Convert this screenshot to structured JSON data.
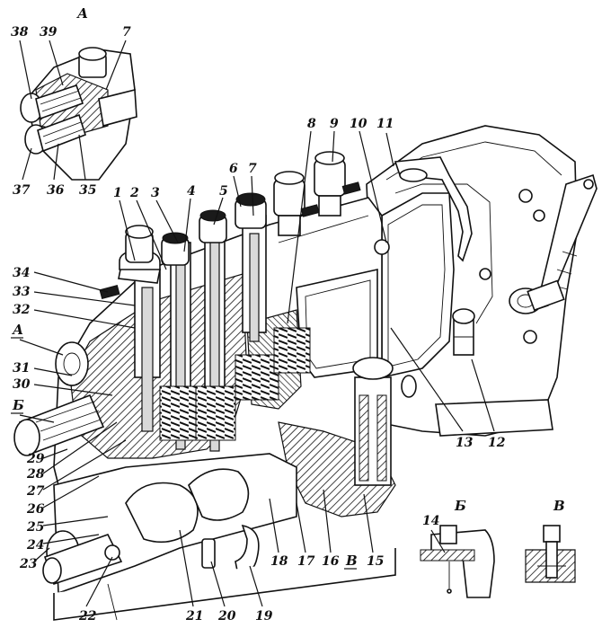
{
  "figure": {
    "callouts": [
      "1",
      "2",
      "3",
      "4",
      "5",
      "6",
      "7",
      "8",
      "9",
      "10",
      "11",
      "12",
      "13",
      "14",
      "15",
      "16",
      "17",
      "18",
      "19",
      "20",
      "21",
      "22",
      "23",
      "24",
      "25",
      "26",
      "27",
      "28",
      "29",
      "30",
      "31",
      "32",
      "33",
      "34",
      "35",
      "36",
      "37",
      "38",
      "39"
    ],
    "inset_a": {
      "title": "А",
      "callouts": [
        "38",
        "39",
        "7",
        "37",
        "36",
        "35"
      ]
    },
    "inset_b": {
      "title": "Б",
      "callouts": [
        "14"
      ]
    },
    "inset_v": {
      "title": "В"
    },
    "section_marks": {
      "a": "А",
      "b": "Б",
      "v": "В"
    }
  }
}
